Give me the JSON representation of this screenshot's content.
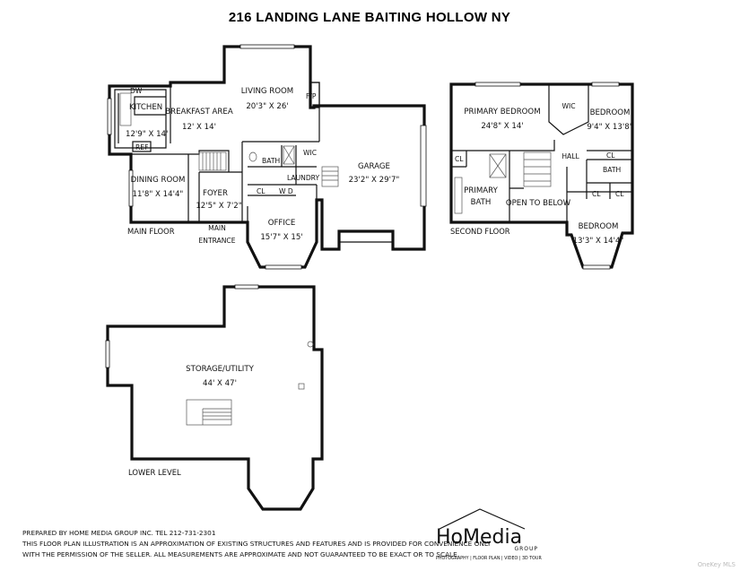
{
  "title": "216 LANDING LANE BAITING HOLLOW NY",
  "main_floor": {
    "label": "MAIN FLOOR",
    "rooms": {
      "dw": "DW",
      "kitchen": "KITCHEN",
      "kitchen_dim": "12'9\" X 14'",
      "ref": "REF",
      "breakfast": "BREAKFAST AREA",
      "breakfast_dim": "12' X 14'",
      "living": "LIVING ROOM",
      "living_dim": "20'3\" X 26'",
      "fp": "F/P",
      "bath": "BATH",
      "wic": "WIC",
      "laundry": "LAUNDRY",
      "cl": "CL",
      "wd": "W D",
      "dining": "DINING ROOM",
      "dining_dim": "11'8\" X 14'4\"",
      "foyer": "FOYER",
      "foyer_dim": "12'5\" X 7'2\"",
      "main_entrance_1": "MAIN",
      "main_entrance_2": "ENTRANCE",
      "office": "OFFICE",
      "office_dim": "15'7\" X 15'",
      "garage": "GARAGE",
      "garage_dim": "23'2\" X 29'7\""
    }
  },
  "second_floor": {
    "label": "SECOND FLOOR",
    "rooms": {
      "primary_bedroom": "PRIMARY BEDROOM",
      "primary_bedroom_dim": "24'8\" X 14'",
      "wic": "WIC",
      "bedroom1": "BEDROOM",
      "bedroom1_dim": "9'4\" X 13'8\"",
      "hall": "HALL",
      "cl": "CL",
      "bath": "BATH",
      "primary_bath_1": "PRIMARY",
      "primary_bath_2": "BATH",
      "open_below": "OPEN TO BELOW",
      "bedroom2": "BEDROOM",
      "bedroom2_dim": "13'3\" X 14'4\""
    }
  },
  "lower_level": {
    "label": "LOWER LEVEL",
    "rooms": {
      "storage": "STORAGE/UTILITY",
      "storage_dim": "44' X 47'"
    }
  },
  "footer": {
    "line1": "PREPARED BY  HOME MEDIA GROUP INC.  TEL 212-731-2301",
    "line2": "THIS FLOOR PLAN ILLUSTRATION IS AN APPROXIMATION OF EXISTING STRUCTURES AND FEATURES AND IS PROVIDED FOR CONVENIENCE ONLY",
    "line3": "WITH THE PERMISSION OF THE SELLER. ALL MEASUREMENTS ARE APPROXIMATE AND NOT GUARANTEED TO BE EXACT OR TO SCALE."
  },
  "logo": {
    "name": "HoMedia",
    "sub": "GROUP",
    "tagline": "PHOTOGRAPHY | FLOOR PLAN | VIDEO | 3D TOUR"
  },
  "watermark": "OneKey MLS"
}
